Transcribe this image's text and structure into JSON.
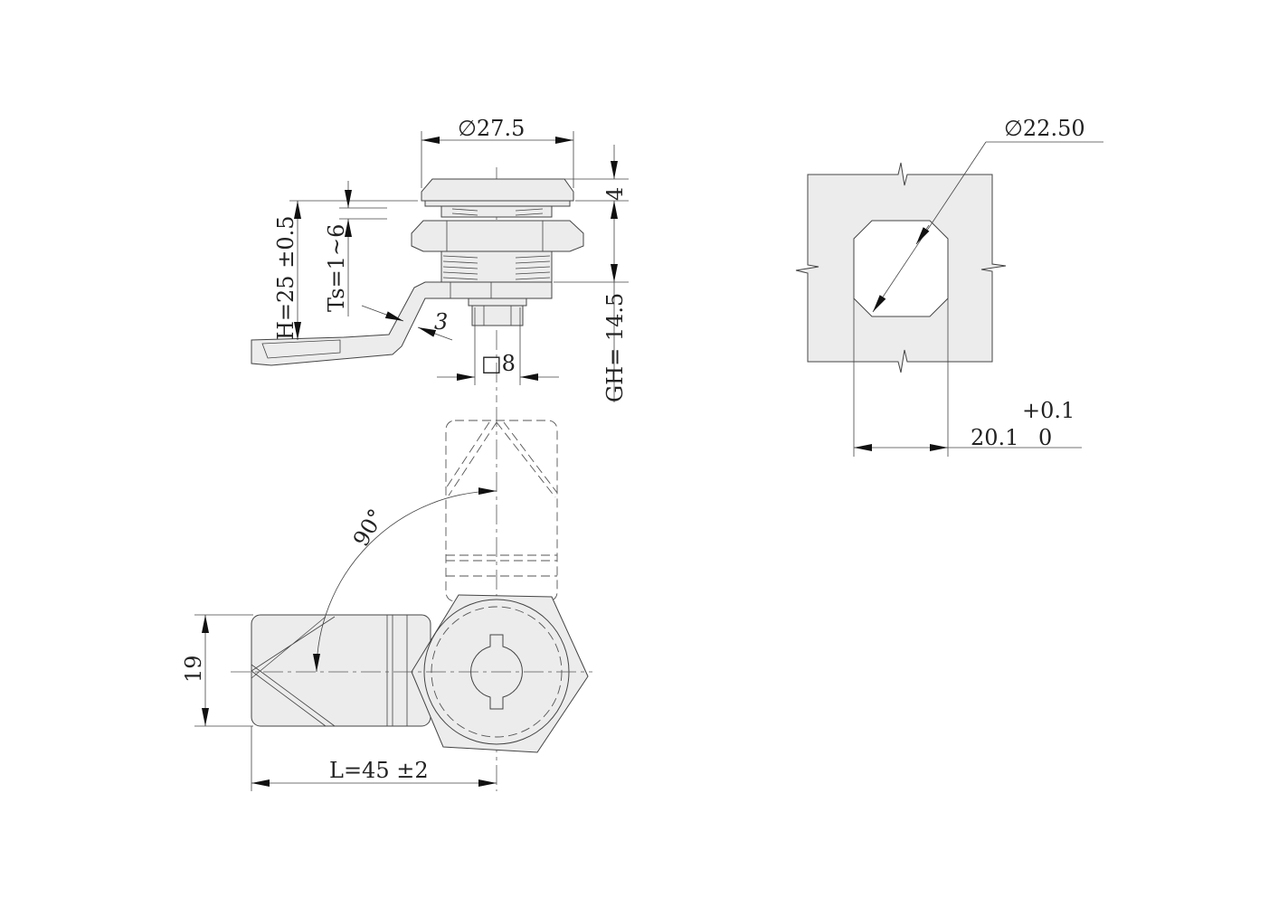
{
  "title": "Cam lock technical drawing",
  "side_view": {
    "diameter": "∅27.5",
    "cap_height": "4",
    "grip_height": "GH=  14.5",
    "height": "H=25  ±0.5",
    "thickness_range": "Ts=1~6",
    "cam_thickness": "3",
    "square_drive": "□8"
  },
  "front_view": {
    "rotation": "90°",
    "cam_width": "19",
    "cam_length": "L=45  ±2"
  },
  "panel_cutout": {
    "diameter": "∅22.50",
    "width": "20.1",
    "tolerance_upper": "+0.1",
    "tolerance_lower": "0"
  }
}
